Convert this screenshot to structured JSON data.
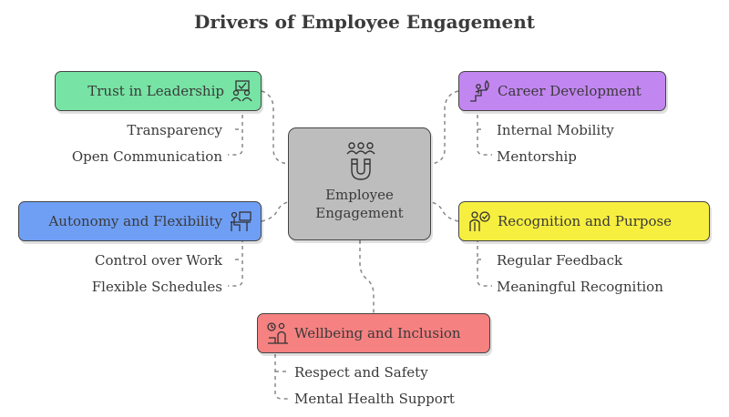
{
  "title": "Drivers of Employee Engagement",
  "center": {
    "line1": "Employee",
    "line2": "Engagement",
    "icon": "people-magnet-icon"
  },
  "drivers": {
    "trust": {
      "label": "Trust in Leadership",
      "color": "#77e3a4",
      "icon": "leadership-checklist-icon",
      "items": [
        "Transparency",
        "Open Communication"
      ]
    },
    "career": {
      "label": "Career Development",
      "color": "#c286f0",
      "icon": "growth-ladder-icon",
      "items": [
        "Internal Mobility",
        "Mentorship"
      ]
    },
    "autonomy": {
      "label": "Autonomy and Flexibility",
      "color": "#6f9ff5",
      "icon": "desk-worker-icon",
      "items": [
        "Control over Work",
        "Flexible Schedules"
      ]
    },
    "recognition": {
      "label": "Recognition and Purpose",
      "color": "#f7ef3f",
      "icon": "person-check-icon",
      "items": [
        "Regular Feedback",
        "Meaningful Recognition"
      ]
    },
    "wellbeing": {
      "label": "Wellbeing and Inclusion",
      "color": "#f58181",
      "icon": "wellbeing-person-icon",
      "items": [
        "Respect and Safety",
        "Mental Health Support"
      ]
    }
  }
}
